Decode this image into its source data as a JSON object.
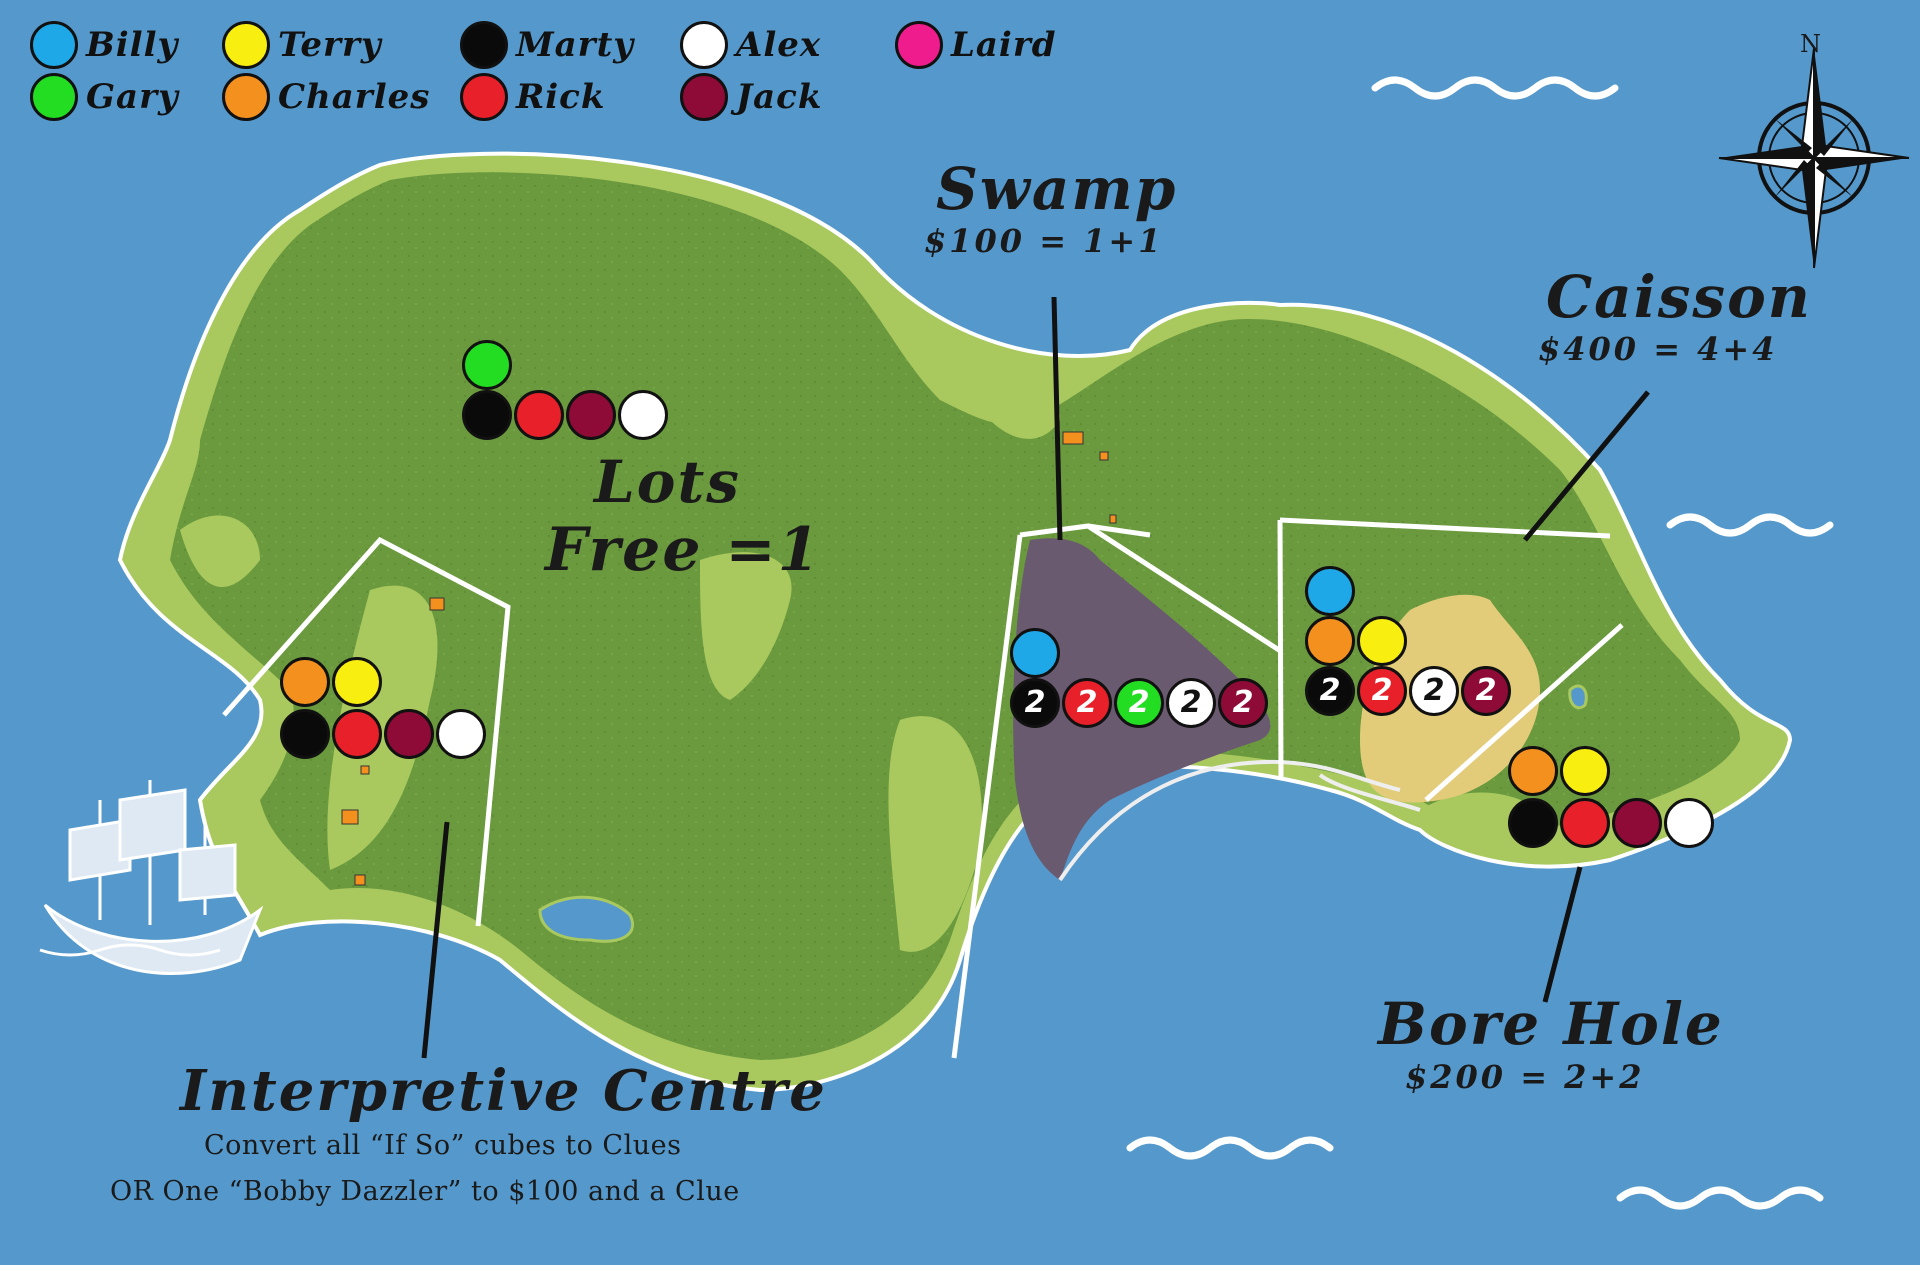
{
  "legend": {
    "players": [
      {
        "name": "Billy",
        "color": "#1ea8e8"
      },
      {
        "name": "Gary",
        "color": "#22dd22"
      },
      {
        "name": "Terry",
        "color": "#f8ee10"
      },
      {
        "name": "Charles",
        "color": "#f4901e"
      },
      {
        "name": "Marty",
        "color": "#0a0a0a"
      },
      {
        "name": "Rick",
        "color": "#e8202a"
      },
      {
        "name": "Alex",
        "color": "#ffffff"
      },
      {
        "name": "Jack",
        "color": "#8e0b38"
      },
      {
        "name": "Laird",
        "color": "#ee1c8c"
      }
    ]
  },
  "compass": {
    "north_label": "N"
  },
  "locations": {
    "lots": {
      "name": "Lots",
      "cost": "Free =1"
    },
    "swamp": {
      "name": "Swamp",
      "cost": "$100 = 1+1"
    },
    "caisson": {
      "name": "Caisson",
      "cost": "$400 = 4+4"
    },
    "bore_hole": {
      "name": "Bore Hole",
      "cost": "$200 = 2+2"
    },
    "interpretive_centre": {
      "name": "Interpretive Centre",
      "line1": "Convert all “If So” cubes to Clues",
      "line2": "OR One “Bobby Dazzler” to $100 and a Clue"
    }
  },
  "tokens": {
    "lots": [
      "Gary",
      "Marty",
      "Rick",
      "Jack",
      "Alex"
    ],
    "interpretive_centre": [
      "Charles",
      "Terry",
      "Marty",
      "Rick",
      "Jack",
      "Alex"
    ],
    "swamp": [
      {
        "player": "Billy",
        "label": ""
      },
      {
        "player": "Marty",
        "label": "2"
      },
      {
        "player": "Rick",
        "label": "2"
      },
      {
        "player": "Gary",
        "label": "2"
      },
      {
        "player": "Alex",
        "label": "2"
      },
      {
        "player": "Jack",
        "label": "2"
      }
    ],
    "caisson": [
      {
        "player": "Billy",
        "label": ""
      },
      {
        "player": "Charles",
        "label": ""
      },
      {
        "player": "Terry",
        "label": ""
      },
      {
        "player": "Marty",
        "label": "2"
      },
      {
        "player": "Rick",
        "label": "2"
      },
      {
        "player": "Alex",
        "label": "2"
      },
      {
        "player": "Jack",
        "label": "2"
      }
    ],
    "bore_hole": [
      "Charles",
      "Terry",
      "Marty",
      "Rick",
      "Jack",
      "Alex"
    ]
  }
}
